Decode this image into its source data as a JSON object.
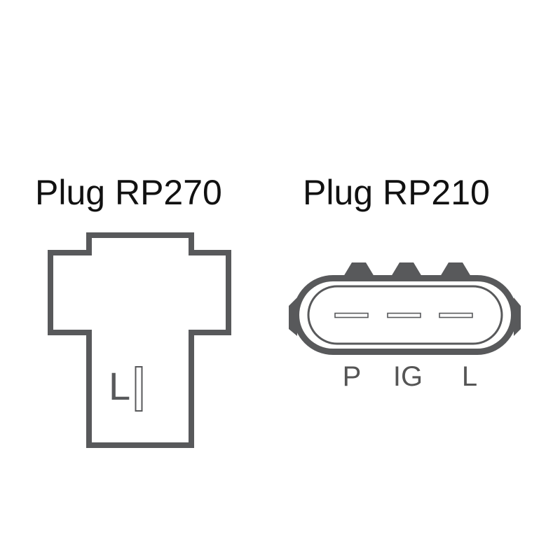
{
  "plugs": [
    {
      "title": "Plug RP270",
      "pins": [
        "L"
      ]
    },
    {
      "title": "Plug RP210",
      "pins": [
        "P",
        "IG",
        "L"
      ]
    }
  ],
  "colors": {
    "outline": "#58595b",
    "text": "#111111",
    "label": "#555555"
  }
}
